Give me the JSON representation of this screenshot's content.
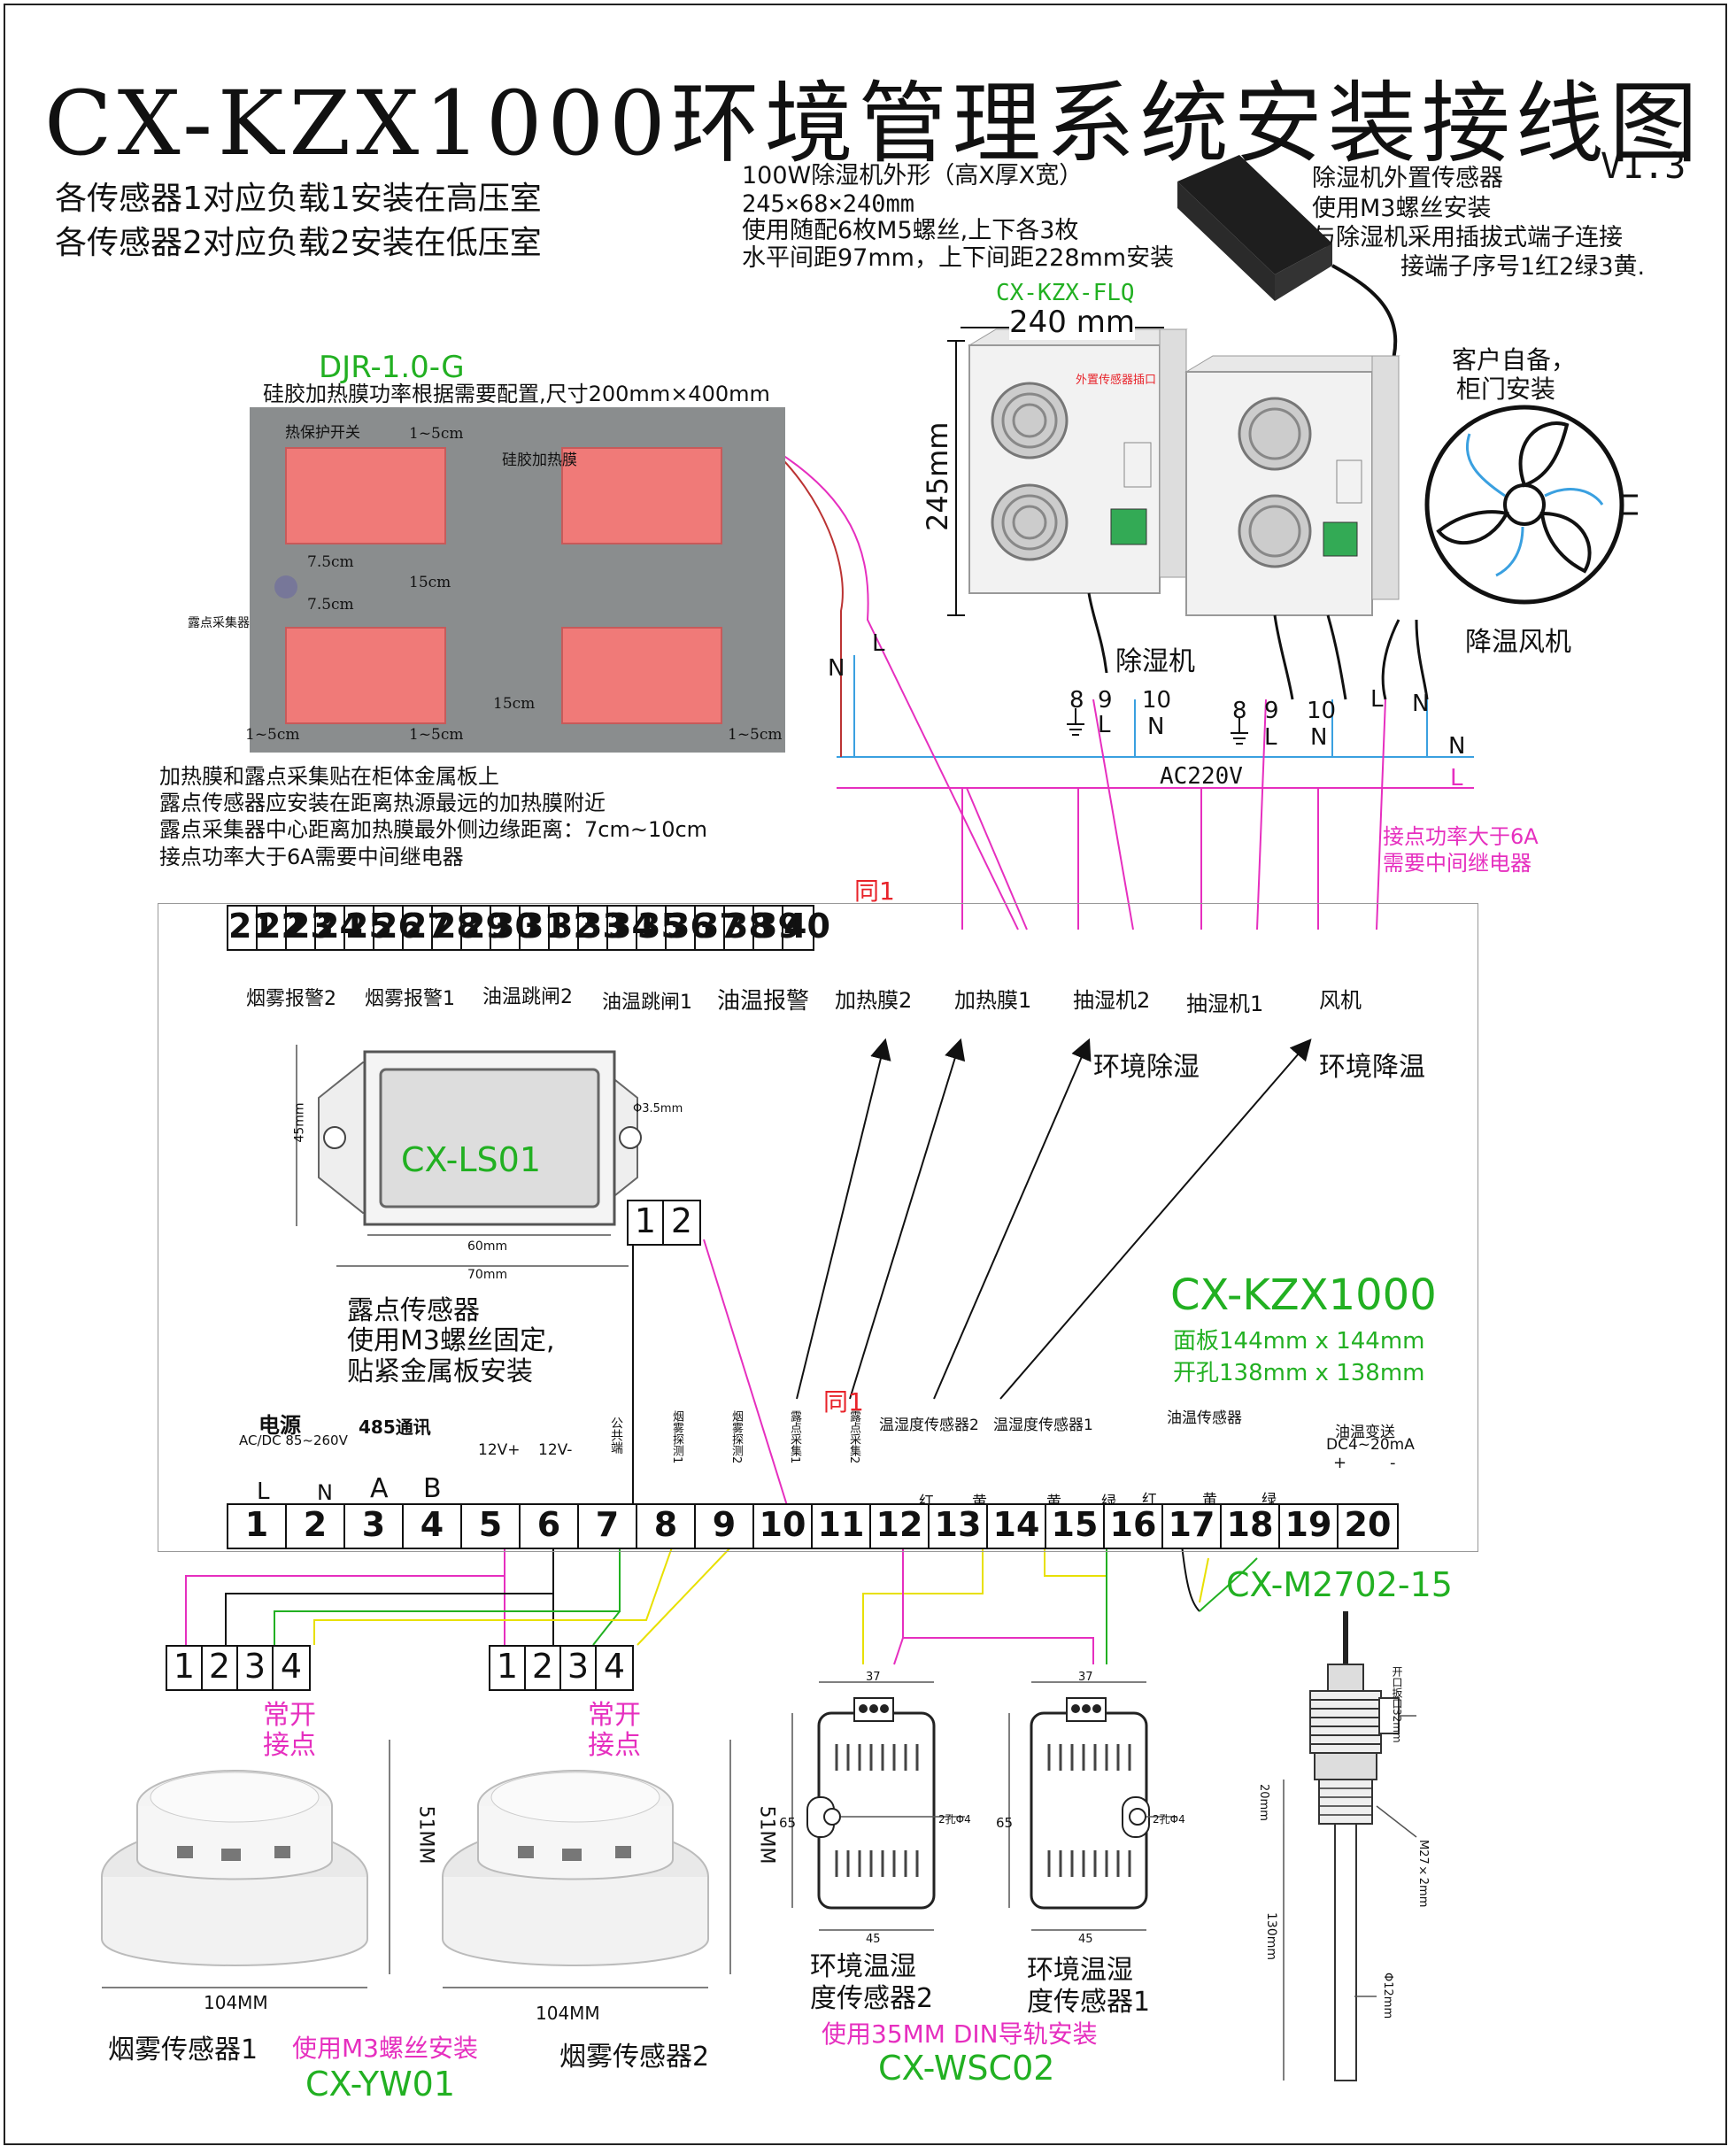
{
  "title": "CX-KZX1000环境管理系统安装接线图",
  "version": "V1.3",
  "intro": {
    "line1": "各传感器1对应负载1安装在高压室",
    "line2": "各传感器2对应负载2安装在低压室"
  },
  "dehumidifier_spec": {
    "line1": "100W除湿机外形（高X厚X宽）",
    "line2": "245×68×240mm",
    "line3": "使用随配6枚M5螺丝,上下各3枚",
    "line4": "水平间距97mm，上下间距228mm安装",
    "model": "CX-KZX-FLQ",
    "width_dim": "240 mm",
    "height_dim": "245mm",
    "label": "除湿机",
    "panel_small": "外置传感器插口",
    "terminals_a": [
      "8",
      "9",
      "10"
    ],
    "terminals_a_sub": [
      "L",
      "N"
    ],
    "terminals_b": [
      "8",
      "9",
      "10"
    ]
  },
  "ext_sensor": {
    "line1": "除湿机外置传感器",
    "line2": "使用M3螺丝安装",
    "line3": "与除湿机采用插拔式端子连接",
    "line4": "接端子序号1红2绿3黄."
  },
  "fan": {
    "caption_line1": "客户自备，",
    "caption_line2": "柜门安装",
    "label": "降温风机",
    "terminals": [
      "L",
      "N"
    ]
  },
  "heater": {
    "model": "DJR-1.0-G",
    "desc": "硅胶加热膜功率根据需要配置,尺寸200mm×400mm",
    "labels": {
      "thermal_switch": "热保护开关",
      "silicone_film": "硅胶加热膜",
      "dew_collector": "露点采集器",
      "gap_1_5": "1~5cm",
      "gap_7_5": "7.5cm",
      "gap_15": "15cm"
    },
    "notes": [
      "加热膜和露点采集贴在柜体金属板上",
      "露点传感器应安装在距离热源最远的加热膜附近",
      "露点采集器中心距离加热膜最外侧边缘距离：7cm~10cm",
      "接点功率大于6A需要中间继电器"
    ],
    "wire_labels": [
      "N",
      "L"
    ]
  },
  "power": {
    "label": "AC220V",
    "lines": [
      "N",
      "L"
    ],
    "relay_note_line1": "接点功率大于6A",
    "relay_note_line2": "需要中间继电器"
  },
  "controller": {
    "model": "CX-KZX1000",
    "panel": "面板144mm x 144mm",
    "cutout": "开孔138mm x 138mm",
    "top_terminals": [
      "21",
      "22",
      "23",
      "24",
      "25",
      "26",
      "27",
      "28",
      "29",
      "30",
      "31",
      "32",
      "33",
      "34",
      "35",
      "36",
      "37",
      "38",
      "39",
      "40"
    ],
    "top_labels": [
      "烟雾报警2",
      "烟雾报警1",
      "油温跳闸2",
      "油温跳闸1",
      "油温报警",
      "加热膜2",
      "加热膜1",
      "抽湿机2",
      "抽湿机1",
      "风机"
    ],
    "tong1": "同1",
    "env_dehumid": "环境除湿",
    "env_cool": "环境降温",
    "bottom_terminals": [
      "1",
      "2",
      "3",
      "4",
      "5",
      "6",
      "7",
      "8",
      "9",
      "10",
      "11",
      "12",
      "13",
      "14",
      "15",
      "16",
      "17",
      "18",
      "19",
      "20"
    ],
    "bottom_group_labels": {
      "power": "电源",
      "power_sub": "AC/DC 85~260V",
      "rs485": "485通讯",
      "v12p": "12V+",
      "v12n": "12V-",
      "common": "公共端",
      "smoke1": "烟雾探测1",
      "smoke2": "烟雾探测2",
      "dew1": "露点采集1",
      "dew2": "露点采集2",
      "th2": "温湿度传感器2",
      "th1": "温湿度传感器1",
      "oil_temp": "油温传感器",
      "oil_trans": "油温变送",
      "oil_trans_sub": "DC4~20mA"
    },
    "pin_letters": [
      "L",
      "N",
      "A",
      "B"
    ],
    "color_marks": [
      "红",
      "黄",
      "黄",
      "绿",
      "红",
      "黄",
      "绿"
    ],
    "plus_minus": [
      "+",
      "-"
    ],
    "plug_terms": [
      "1",
      "2"
    ]
  },
  "dew_sensor": {
    "model": "CX-LS01",
    "line1": "露点传感器",
    "line2": "使用M3螺丝固定,",
    "line3": "贴紧金属板安装",
    "dims": [
      "60mm",
      "70mm",
      "45mm",
      "Φ3.5mm"
    ]
  },
  "smoke": {
    "terms": [
      "1",
      "2",
      "3",
      "4"
    ],
    "contact_line1": "常开",
    "contact_line2": "接点",
    "height_dim": "51MM",
    "width_dim": "104MM",
    "label1": "烟雾传感器1",
    "label2": "烟雾传感器2",
    "mount": "使用M3螺丝安装",
    "model": "CX-YW01"
  },
  "th_sensor": {
    "label2_line1": "环境温湿",
    "label2_line2": "度传感器2",
    "label1_line1": "环境温湿",
    "label1_line2": "度传感器1",
    "mount": "使用35MM DIN导轨安装",
    "model": "CX-WSC02",
    "dims": [
      "37",
      "65",
      "45",
      "2孔Φ4"
    ]
  },
  "oil_probe": {
    "model": "CX-M2702-15",
    "dims": [
      "开口扳口32mm",
      "20mm",
      "M27×2mm",
      "130mm",
      "Φ12mm"
    ]
  },
  "colors": {
    "magenta": "#e62fbf",
    "green": "#22b022",
    "yellow": "#e8e000",
    "cyan": "#3aa0e0",
    "heater_pad": "#f07a78",
    "panel_gray": "#8a8d8e"
  }
}
